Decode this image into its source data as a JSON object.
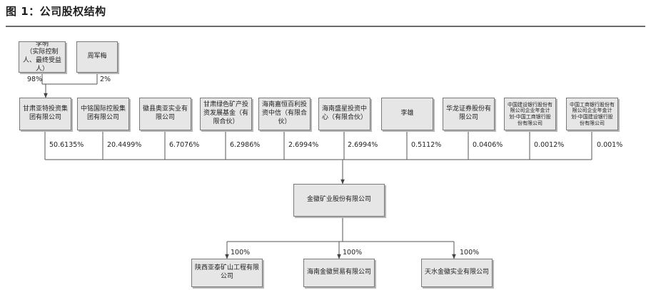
{
  "title": "图 1：公司股权结构",
  "top_shareholders": [
    {
      "name": "李明\n（实际控制人、最终受益人）",
      "pct": "98%"
    },
    {
      "name": "周军梅",
      "pct": "2%"
    }
  ],
  "shareholders": [
    {
      "name": "甘肃亚特投资集团有限公司",
      "pct": "50.6135%"
    },
    {
      "name": "中铭国际控股集团有限公司",
      "pct": "20.4499%"
    },
    {
      "name": "徽县奥亚实业有限公司",
      "pct": "6.7076%"
    },
    {
      "name": "甘肃绿色矿产投资发展基金（有限合伙）",
      "pct": "6.2986%"
    },
    {
      "name": "海南嘉恒百利投资中信（有限合伙）",
      "pct": "2.6994%"
    },
    {
      "name": "海南盛星投资中心（有限合伙）",
      "pct": "2.6994%"
    },
    {
      "name": "李雄",
      "pct": "0.5112%"
    },
    {
      "name": "华龙证券股份有限公司",
      "pct": "0.0406%"
    },
    {
      "name": "中国建设银行股份有限公司企业年金计划-中国工商银行股份有限公司",
      "pct": "0.0012%"
    },
    {
      "name": "中国工商银行股份有限公司企业年金计划-中国建设银行股份有限公司",
      "pct": "0.001%"
    }
  ],
  "company": {
    "name": "金徽矿业股份有限公司"
  },
  "subsidiaries": [
    {
      "name": "陕西亚泰矿山工程有限公司",
      "pct": "100%"
    },
    {
      "name": "海南金徽贸易有限公司",
      "pct": "100%"
    },
    {
      "name": "天水金徽实业有限公司",
      "pct": "100%"
    }
  ]
}
